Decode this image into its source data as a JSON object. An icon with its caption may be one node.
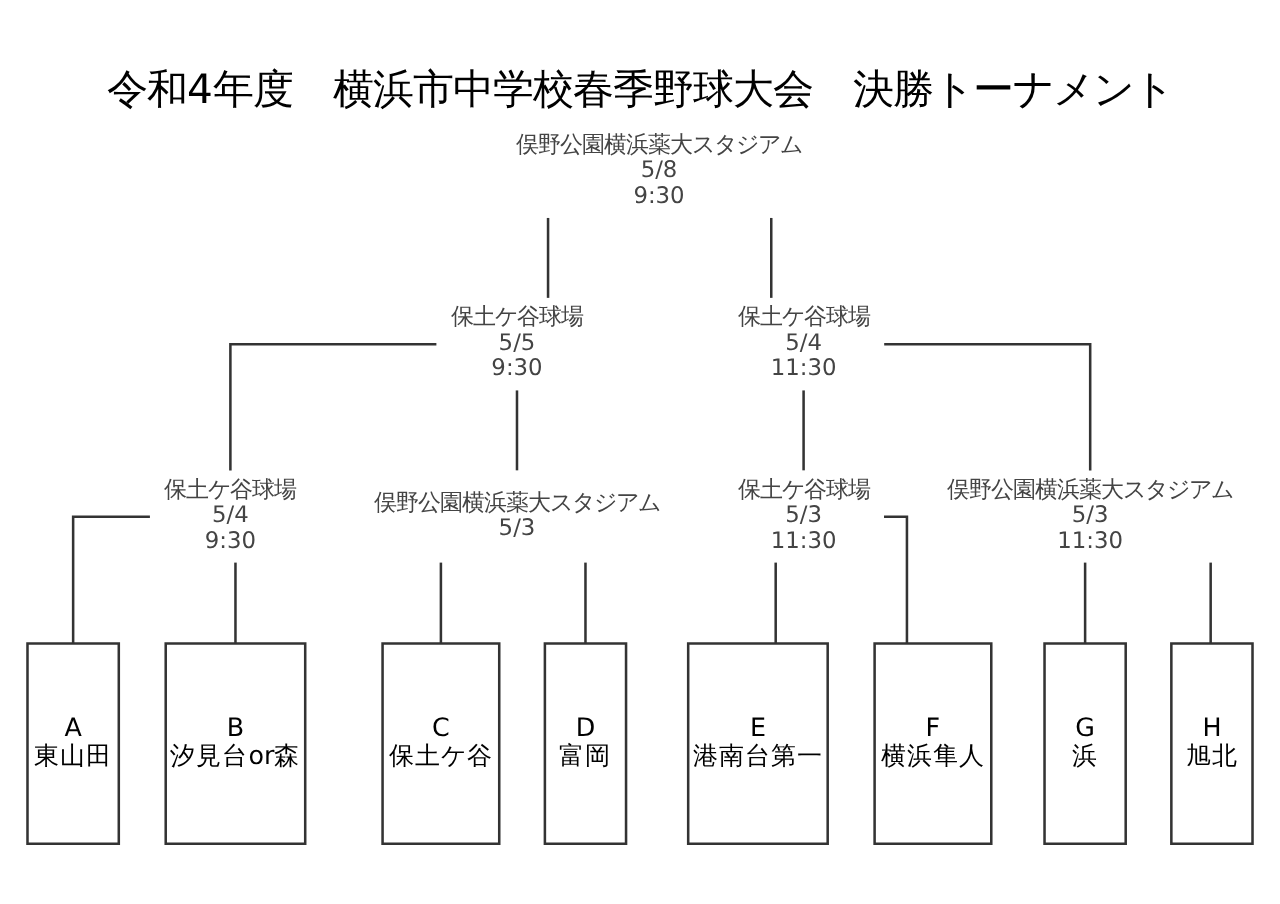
{
  "diagram": {
    "title": "令和4年度　横浜市中学校春季野球大会　決勝トーナメント",
    "nodes": [
      {
        "text": [
          "俣野公園横浜薬大スタジアム",
          "5/8",
          "9:30"
        ]
      },
      {
        "text": [
          "保土ケ谷球場",
          "5/5",
          "9:30"
        ]
      },
      {
        "text": [
          "保土ケ谷球場",
          "5/4",
          "11:30"
        ]
      },
      {
        "text": [
          "保土ケ谷球場",
          "5/4",
          "9:30"
        ]
      },
      {
        "text": [
          "俣野公園横浜薬大スタジアム",
          "5/3"
        ]
      },
      {
        "text": [
          "保土ケ谷球場",
          "5/3",
          "11:30"
        ]
      },
      {
        "text": [
          "俣野公園横浜薬大スタジアム",
          "5/3",
          "11:30"
        ]
      },
      {
        "text": [
          "A",
          "東山田"
        ]
      },
      {
        "text": [
          "B",
          "汐見台or森"
        ]
      },
      {
        "text": [
          "C",
          "保土ケ谷"
        ]
      },
      {
        "text": [
          "D",
          "富岡"
        ]
      },
      {
        "text": [
          "E",
          "港南台第一"
        ]
      },
      {
        "text": [
          "F",
          "横浜隼人"
        ]
      },
      {
        "text": [
          "G",
          "浜"
        ]
      },
      {
        "text": [
          "H",
          "旭北"
        ]
      }
    ],
    "edges": [
      {
        "from": 0,
        "to": 1,
        "arrow": "none"
      },
      {
        "from": 0,
        "to": 2,
        "arrow": "none"
      },
      {
        "from": 1,
        "to": 3,
        "arrow": "none"
      },
      {
        "from": 1,
        "to": 4,
        "arrow": "none"
      },
      {
        "from": 2,
        "to": 5,
        "arrow": "none"
      },
      {
        "from": 2,
        "to": 6,
        "arrow": "none"
      },
      {
        "from": 3,
        "to": 7,
        "arrow": "none"
      },
      {
        "from": 3,
        "to": 8,
        "arrow": "none"
      },
      {
        "from": 4,
        "to": 9,
        "arrow": "none"
      },
      {
        "from": 4,
        "to": 10,
        "arrow": "none"
      },
      {
        "from": 5,
        "to": 11,
        "arrow": "none"
      },
      {
        "from": 5,
        "to": 12,
        "arrow": "none"
      },
      {
        "from": 6,
        "to": 13,
        "arrow": "none"
      },
      {
        "from": 6,
        "to": 14,
        "arrow": "none"
      }
    ]
  }
}
